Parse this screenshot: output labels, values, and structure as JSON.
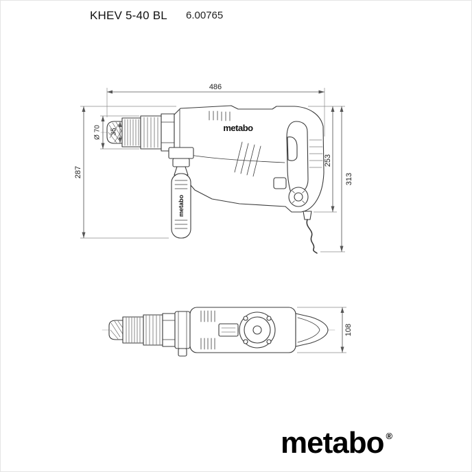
{
  "header": {
    "model": "KHEV 5-40 BL",
    "order_no": "6.00765"
  },
  "side_view": {
    "dim_length": "486",
    "dim_height_total": "287",
    "dim_chuck_diameter": "Ø 70",
    "dim_nose_length": "35",
    "dim_body_height": "253",
    "dim_height_with_cord": "313",
    "body_label": "metabo",
    "handle_label": "metabo"
  },
  "top_view": {
    "dim_width": "108"
  },
  "branding": {
    "logo_text": "metabo",
    "registered_mark": "®"
  },
  "colors": {
    "outline": "#3a3a3a",
    "dimension": "#555555",
    "text": "#1a1a1a"
  }
}
